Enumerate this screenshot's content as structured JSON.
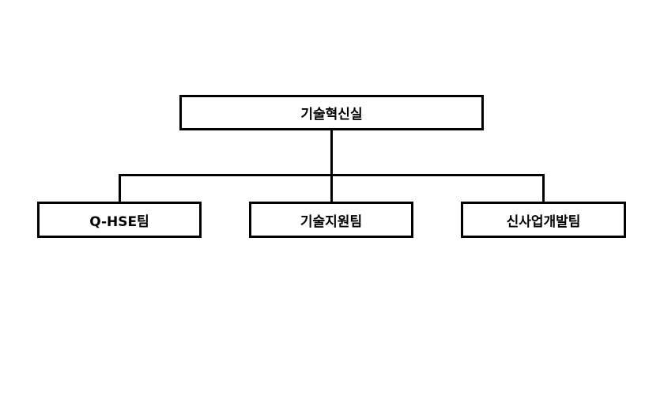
{
  "org_chart": {
    "root": {
      "label": "기술혁신실"
    },
    "children": [
      {
        "label": "Q-HSE팀"
      },
      {
        "label": "기술지원팀"
      },
      {
        "label": "신사업개발팀"
      }
    ]
  }
}
